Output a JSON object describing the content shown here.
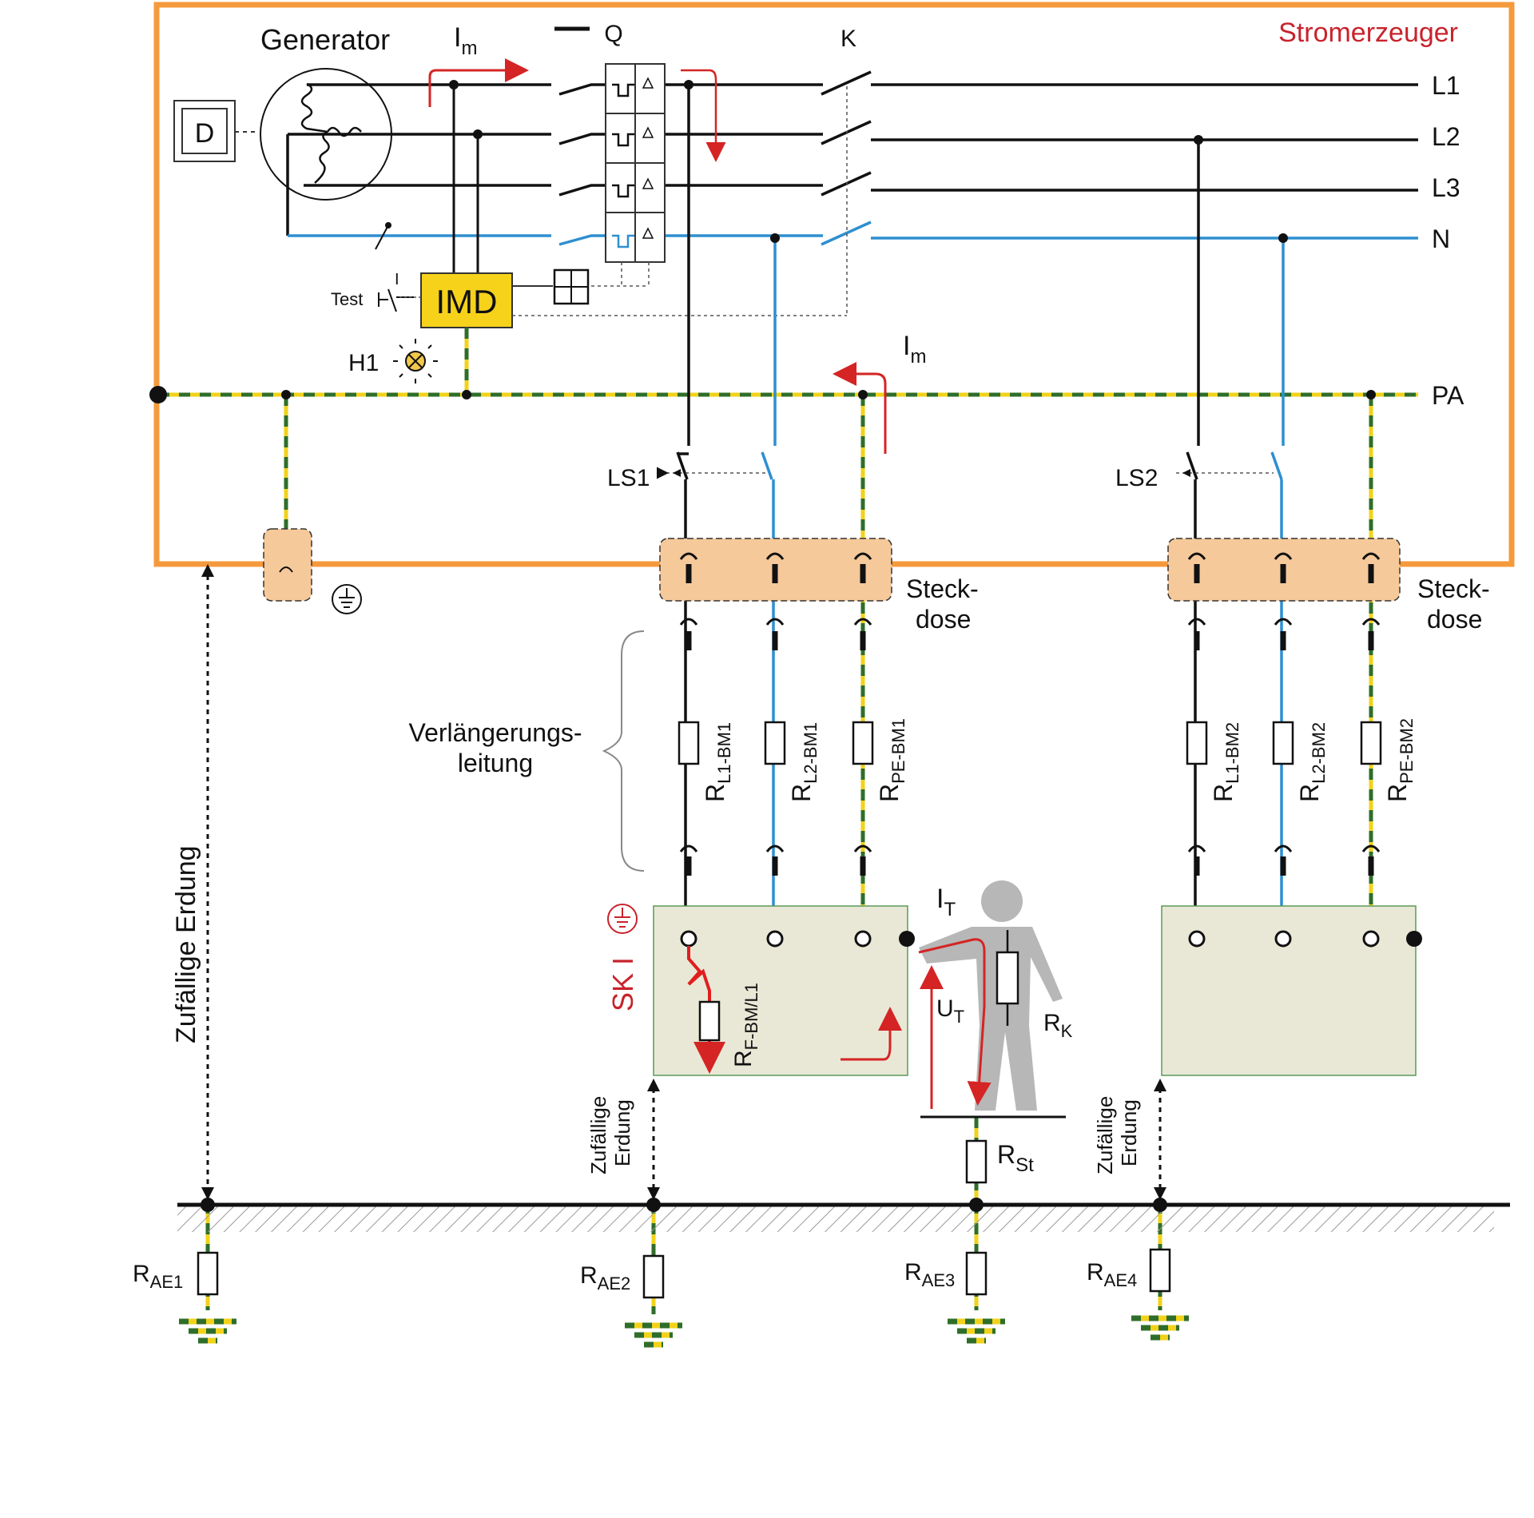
{
  "title": "Stromerzeuger",
  "generator": {
    "label": "Generator",
    "drive": "D"
  },
  "labels": {
    "im_main": "I",
    "im_sub": "m",
    "q": "Q",
    "k": "K",
    "l1": "L1",
    "l2": "L2",
    "l3": "L3",
    "n": "N",
    "pa": "PA",
    "imd": "IMD",
    "test": "Test",
    "test_i": "I",
    "h1": "H1",
    "ls1": "LS1",
    "ls2": "LS2",
    "steck1a": "Steck-",
    "steck1b": "dose",
    "steck2a": "Steck-",
    "steck2b": "dose",
    "verl_a": "Verlängerungs-",
    "verl_b": "leitung",
    "zufaellig_big": "Zufällige Erdung",
    "zuf_a1": "Zufällige",
    "zuf_a2": "Erdung",
    "zuf_b1": "Zufällige",
    "zuf_b2": "Erdung",
    "sk1": "SK I",
    "it_main": "I",
    "it_sub": "T",
    "ut_main": "U",
    "ut_sub": "T",
    "rk_main": "R",
    "rk_sub": "K",
    "rst_main": "R",
    "rst_sub": "St",
    "rf_main": "R",
    "rf_sub": "F-BM/L1"
  },
  "resistors": {
    "r1": {
      "main": "R",
      "sub": "L1-BM1"
    },
    "r2": {
      "main": "R",
      "sub": "L2-BM1"
    },
    "r3": {
      "main": "R",
      "sub": "PE-BM1"
    },
    "r4": {
      "main": "R",
      "sub": "L1-BM2"
    },
    "r5": {
      "main": "R",
      "sub": "L2-BM2"
    },
    "r6": {
      "main": "R",
      "sub": "PE-BM2"
    }
  },
  "earth": {
    "ae1": {
      "main": "R",
      "sub": "AE1"
    },
    "ae2": {
      "main": "R",
      "sub": "AE2"
    },
    "ae3": {
      "main": "R",
      "sub": "AE3"
    },
    "ae4": {
      "main": "R",
      "sub": "AE4"
    }
  },
  "colors": {
    "frame": "#f59a3c",
    "title": "#c8232c",
    "phase": "#111111",
    "neutral": "#2e8fd0",
    "pe_yellow": "#f2d21a",
    "pe_green": "#2f6e2a",
    "imd": "#f7d21b",
    "socket": "#f6c99a",
    "device": "#e9e8d6",
    "fault": "#e01e1e"
  }
}
